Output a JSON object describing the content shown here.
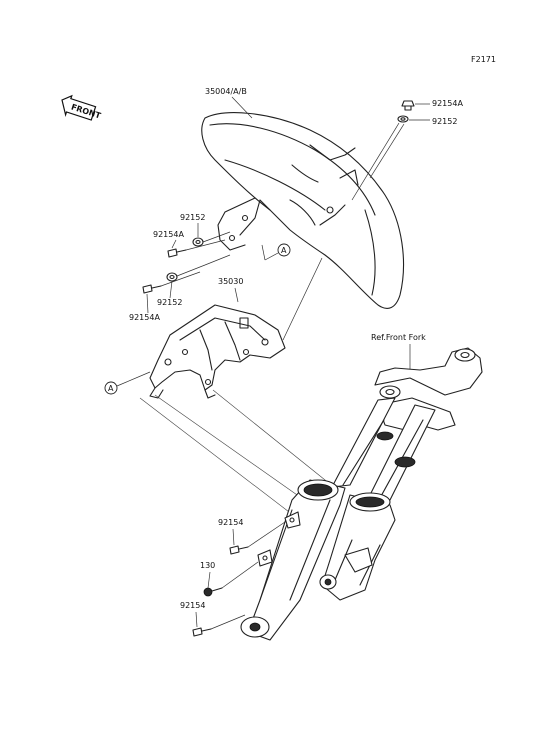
{
  "figure_code": "F2171",
  "front_badge": "FRONT",
  "parts": {
    "fender": "35004/A/B",
    "bracket": "35030",
    "bolt_top": "92154A",
    "washer_top": "92152",
    "washer_mid": "92152",
    "bolt_mid": "92154A",
    "washer_low": "92152",
    "bolt_low": "92154A",
    "bolt_fork_upper": "92154",
    "bolt_130": "130",
    "bolt_fork_lower": "92154"
  },
  "reference_note": "Ref.Front Fork",
  "callouts": {
    "a1": "A",
    "a2": "A"
  }
}
